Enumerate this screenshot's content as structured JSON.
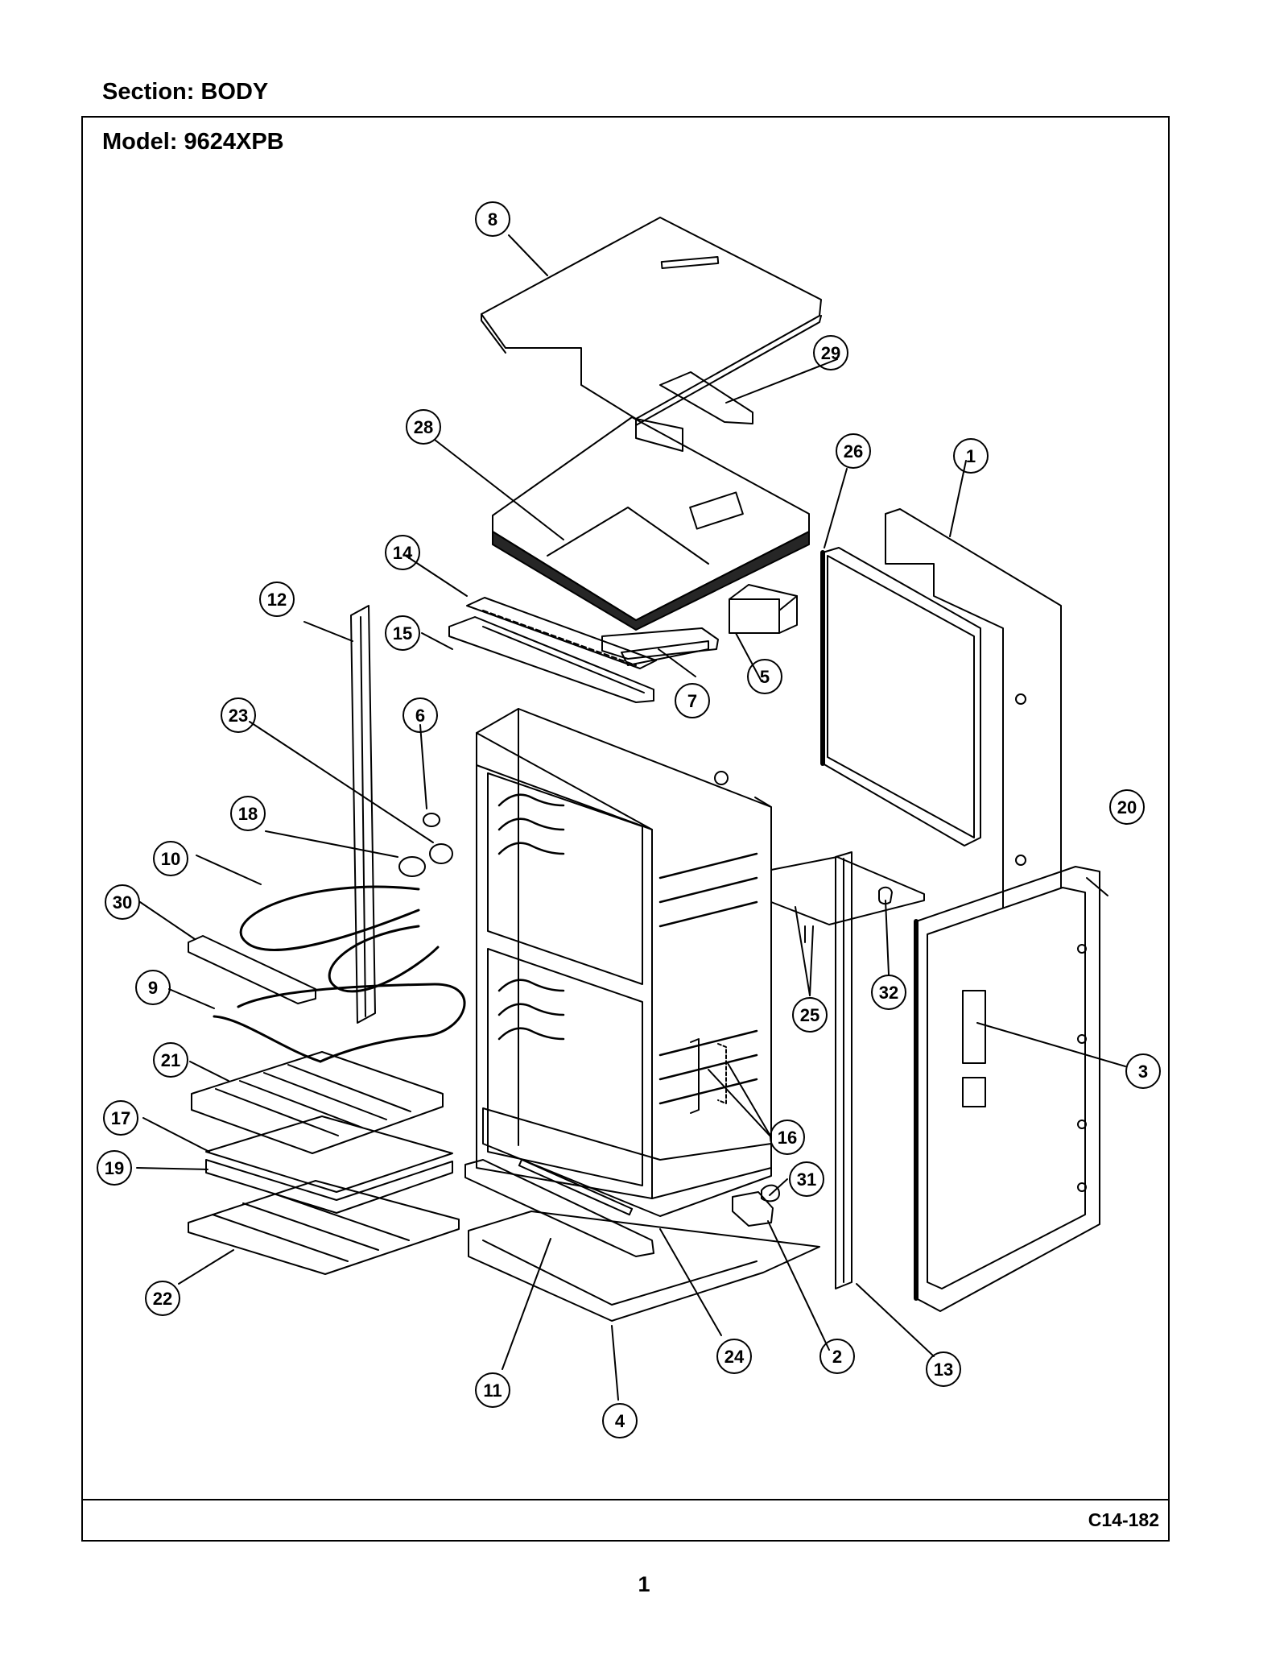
{
  "header": {
    "section_label": "Section:  BODY",
    "model_label": "Model:  9624XPB"
  },
  "footer": {
    "diagram_code": "C14-182",
    "page_number": "1"
  },
  "callouts": [
    {
      "id": "c1",
      "label": "1"
    },
    {
      "id": "c2",
      "label": "2"
    },
    {
      "id": "c3",
      "label": "3"
    },
    {
      "id": "c4",
      "label": "4"
    },
    {
      "id": "c5",
      "label": "5"
    },
    {
      "id": "c6",
      "label": "6"
    },
    {
      "id": "c7",
      "label": "7"
    },
    {
      "id": "c8",
      "label": "8"
    },
    {
      "id": "c9",
      "label": "9"
    },
    {
      "id": "c10",
      "label": "10"
    },
    {
      "id": "c11",
      "label": "11"
    },
    {
      "id": "c12",
      "label": "12"
    },
    {
      "id": "c13",
      "label": "13"
    },
    {
      "id": "c14",
      "label": "14"
    },
    {
      "id": "c15",
      "label": "15"
    },
    {
      "id": "c16",
      "label": "16"
    },
    {
      "id": "c17",
      "label": "17"
    },
    {
      "id": "c18",
      "label": "18"
    },
    {
      "id": "c19",
      "label": "19"
    },
    {
      "id": "c20",
      "label": "20"
    },
    {
      "id": "c21",
      "label": "21"
    },
    {
      "id": "c22",
      "label": "22"
    },
    {
      "id": "c23",
      "label": "23"
    },
    {
      "id": "c24",
      "label": "24"
    },
    {
      "id": "c25",
      "label": "25"
    },
    {
      "id": "c26",
      "label": "26"
    },
    {
      "id": "c28",
      "label": "28"
    },
    {
      "id": "c29",
      "label": "29"
    },
    {
      "id": "c30",
      "label": "30"
    },
    {
      "id": "c31",
      "label": "31"
    },
    {
      "id": "c32",
      "label": "32"
    }
  ]
}
